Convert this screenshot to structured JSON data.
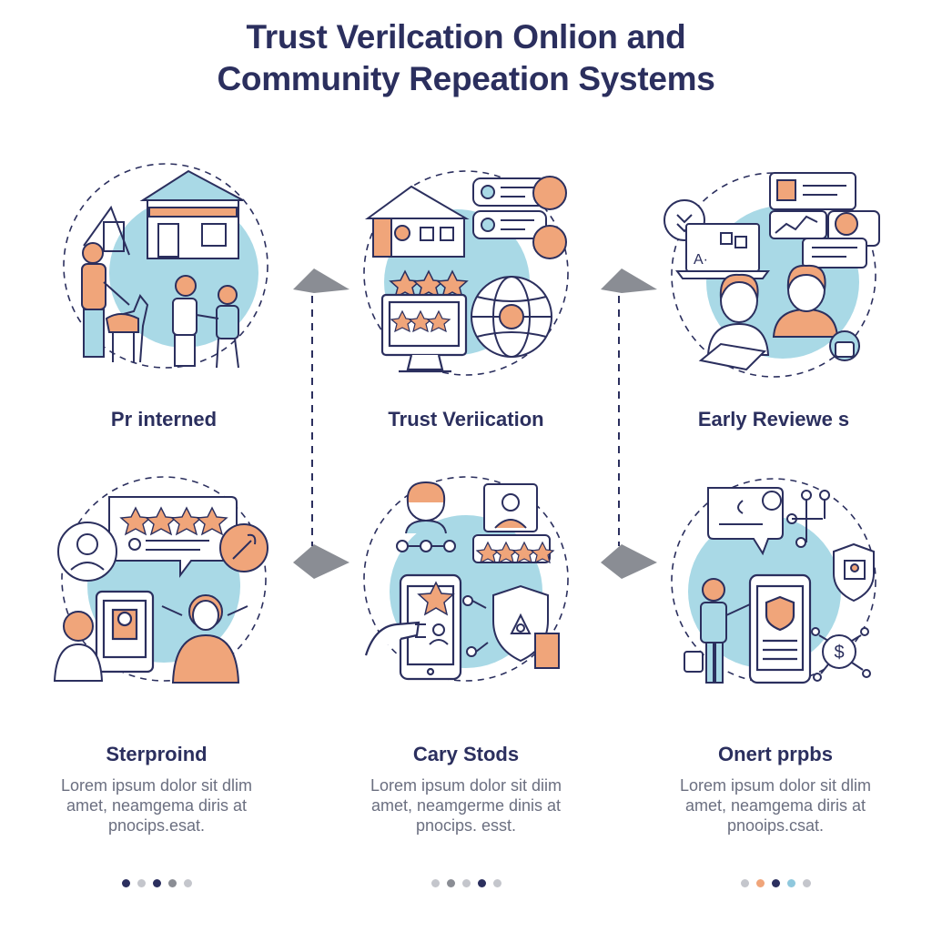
{
  "title": {
    "line1": "Trust Verilcation Onlion and",
    "line2": "Community Repeation Systems"
  },
  "panels": [
    {
      "caption": "Pr interned"
    },
    {
      "caption": "Trust Veriication"
    },
    {
      "caption": "Early Reviewe s"
    },
    {
      "caption": "Sterproind",
      "desc": [
        "Lorem ipsum dolor sit dlim",
        "amet, neamgema diris  at",
        "pnocips.esat."
      ]
    },
    {
      "caption": "Cary Stods",
      "desc": [
        "Lorem ipsum dolor sit diim",
        "amet, neamgerme dinis  at",
        "pnocips. esst."
      ]
    },
    {
      "caption": "Onert  prpbs",
      "desc": [
        "Lorem ipsum dolor sit dlim",
        "amet, neamgema diris  at",
        "pnooips.csat."
      ]
    }
  ],
  "colors": {
    "navy": "#2b2f5e",
    "blue": "#a9d9e6",
    "orange": "#f0a57a",
    "gray": "#8a8d94",
    "text_gray": "#6b6f80"
  },
  "dot_rows": [
    [
      "#2b2f5e",
      "#c4c6cc",
      "#2b2f5e",
      "#8a8d94",
      "#c4c6cc"
    ],
    [
      "#c4c6cc",
      "#8a8d94",
      "#c4c6cc",
      "#2b2f5e",
      "#c4c6cc"
    ],
    [
      "#c4c6cc",
      "#f0a57a",
      "#2b2f5e",
      "#8fc8dd",
      "#c4c6cc"
    ]
  ],
  "icons": [
    "village-trade-icon",
    "website-rating-globe-icon",
    "video-call-review-icon",
    "profile-rating-chat-icon",
    "mobile-rating-shield-icon",
    "secure-mobile-payment-icon"
  ]
}
